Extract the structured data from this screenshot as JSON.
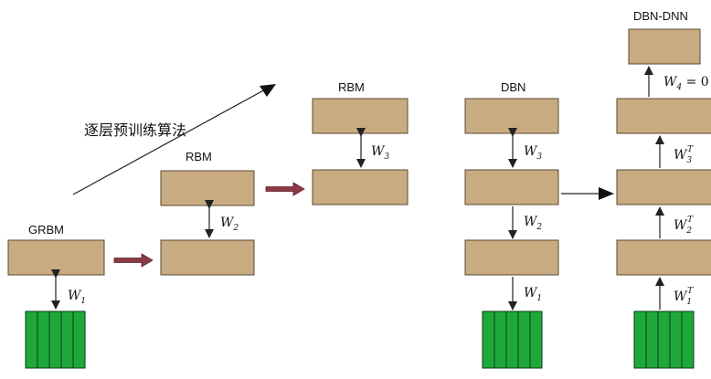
{
  "colors": {
    "block_fill": "#c8ab80",
    "block_stroke": "#5a4a35",
    "visible_fill": "#1fa83a",
    "visible_stroke": "#0a3b12",
    "transfer_arrow": "#8b3a44"
  },
  "stages": {
    "grbm": {
      "title": "GRBM",
      "w1": {
        "base": "W",
        "sub": "1"
      }
    },
    "rbm2": {
      "title": "RBM",
      "w2": {
        "base": "W",
        "sub": "2"
      }
    },
    "rbm3": {
      "title": "RBM",
      "w3": {
        "base": "W",
        "sub": "3"
      }
    },
    "dbn": {
      "title": "DBN",
      "w3": {
        "base": "W",
        "sub": "3"
      },
      "w2": {
        "base": "W",
        "sub": "2"
      },
      "w1": {
        "base": "W",
        "sub": "1"
      }
    },
    "dbn_dnn": {
      "title": "DBN-DNN",
      "w4": {
        "base": "W",
        "sub": "4",
        "rest": " = 0"
      },
      "w3": {
        "base": "W",
        "sub": "3",
        "sup": "T"
      },
      "w2": {
        "base": "W",
        "sub": "2",
        "sup": "T"
      },
      "w1": {
        "base": "W",
        "sub": "1",
        "sup": "T"
      }
    }
  },
  "annotation": {
    "text": "逐层预训练算法"
  }
}
